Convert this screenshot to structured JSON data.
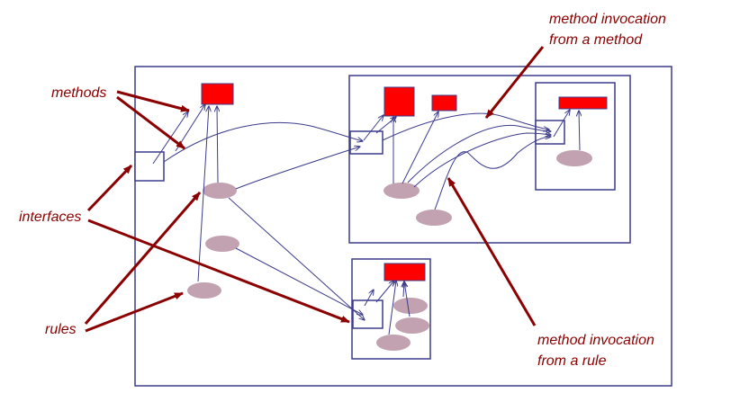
{
  "labels": {
    "methods": "methods",
    "interfaces": "interfaces",
    "rules": "rules",
    "invocation_from_method_line1": "method invocation",
    "invocation_from_method_line2": "from a method",
    "invocation_from_rule_line1": "method invocation",
    "invocation_from_rule_line2": "from a rule"
  },
  "colors": {
    "box_border": "#3c3c8c",
    "method_fill": "#ff0000",
    "rule_fill": "#c2a2b0",
    "arrow": "#8b0000",
    "connector": "#3c3c8c"
  }
}
